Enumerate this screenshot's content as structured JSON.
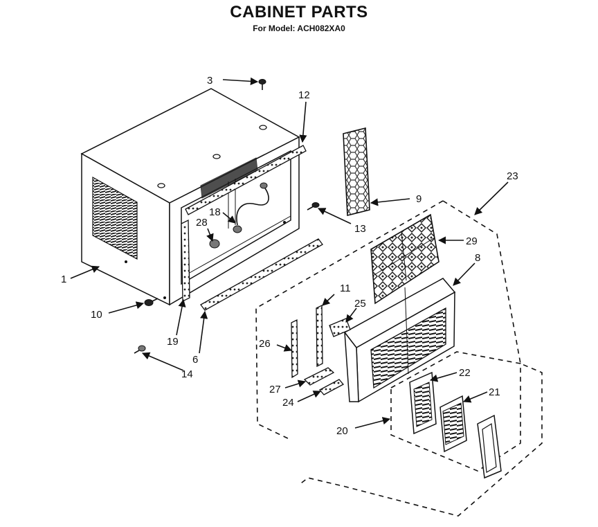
{
  "header": {
    "title": "CABINET PARTS",
    "subtitle": "For Model: ACH082XA0"
  },
  "callouts": [
    {
      "id": "c3",
      "label": "3"
    },
    {
      "id": "c12",
      "label": "12"
    },
    {
      "id": "c9",
      "label": "9"
    },
    {
      "id": "c23",
      "label": "23"
    },
    {
      "id": "c18",
      "label": "18"
    },
    {
      "id": "c28",
      "label": "28"
    },
    {
      "id": "c13",
      "label": "13"
    },
    {
      "id": "c29",
      "label": "29"
    },
    {
      "id": "c8",
      "label": "8"
    },
    {
      "id": "c1",
      "label": "1"
    },
    {
      "id": "c11",
      "label": "11"
    },
    {
      "id": "c25",
      "label": "25"
    },
    {
      "id": "c10",
      "label": "10"
    },
    {
      "id": "c19",
      "label": "19"
    },
    {
      "id": "c26",
      "label": "26"
    },
    {
      "id": "c6",
      "label": "6"
    },
    {
      "id": "c22",
      "label": "22"
    },
    {
      "id": "c14",
      "label": "14"
    },
    {
      "id": "c27",
      "label": "27"
    },
    {
      "id": "c21",
      "label": "21"
    },
    {
      "id": "c24",
      "label": "24"
    },
    {
      "id": "c20",
      "label": "20"
    }
  ]
}
